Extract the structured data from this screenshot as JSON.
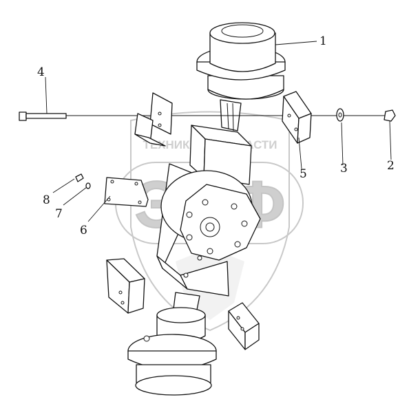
{
  "watermark": {
    "top_text": "ТЕХНИКА   И ЗАПЧАСТИ",
    "logo_text": "ЭПФ"
  },
  "callouts": [
    {
      "id": "1",
      "label": "1"
    },
    {
      "id": "2",
      "label": "2"
    },
    {
      "id": "3",
      "label": "3"
    },
    {
      "id": "4",
      "label": "4"
    },
    {
      "id": "5",
      "label": "5"
    },
    {
      "id": "6",
      "label": "6"
    },
    {
      "id": "7",
      "label": "7"
    },
    {
      "id": "8",
      "label": "8"
    }
  ]
}
